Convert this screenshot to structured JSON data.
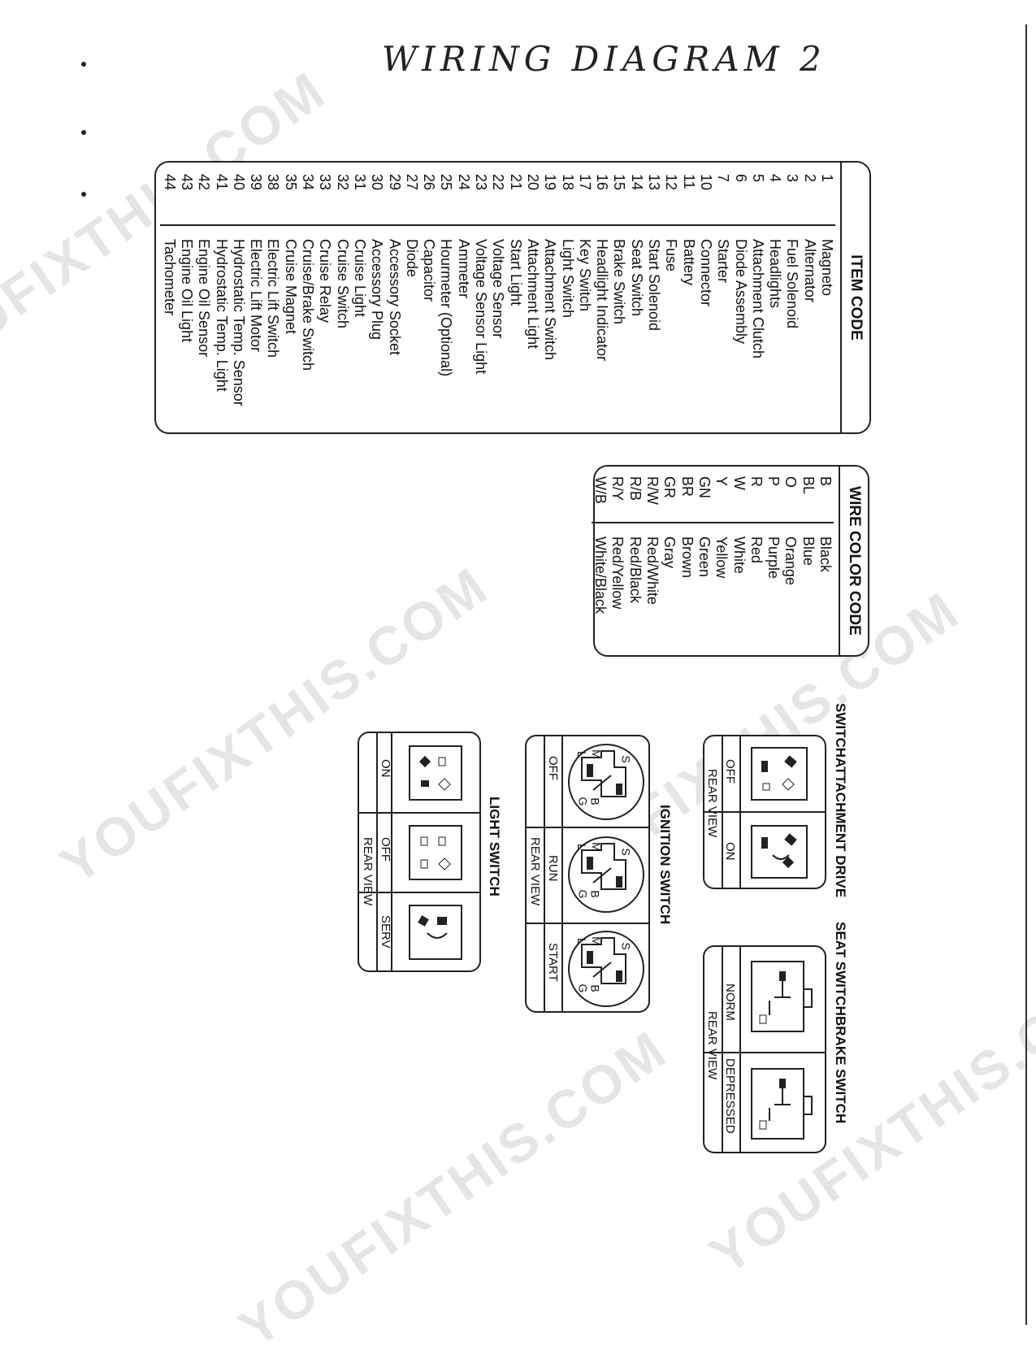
{
  "title": "WIRING DIAGRAM 2",
  "watermark": "YOUFIXTHIS.COM",
  "item_code": {
    "header": "ITEM CODE",
    "items": [
      {
        "n": "1",
        "label": "Magneto"
      },
      {
        "n": "2",
        "label": "Alternator"
      },
      {
        "n": "3",
        "label": "Fuel Solenoid"
      },
      {
        "n": "4",
        "label": "Headlights"
      },
      {
        "n": "5",
        "label": "Attachment Clutch"
      },
      {
        "n": "6",
        "label": "Diode Assembly"
      },
      {
        "n": "7",
        "label": "Starter"
      },
      {
        "n": "10",
        "label": "Connector"
      },
      {
        "n": "11",
        "label": "Battery"
      },
      {
        "n": "12",
        "label": "Fuse"
      },
      {
        "n": "13",
        "label": "Start Solenoid"
      },
      {
        "n": "14",
        "label": "Seat Switch"
      },
      {
        "n": "15",
        "label": "Brake Switch"
      },
      {
        "n": "16",
        "label": "Headlight Indicator"
      },
      {
        "n": "17",
        "label": "Key Switch"
      },
      {
        "n": "18",
        "label": "Light Switch"
      },
      {
        "n": "19",
        "label": "Attachment Switch"
      },
      {
        "n": "20",
        "label": "Attachment Light"
      },
      {
        "n": "21",
        "label": "Start Light"
      },
      {
        "n": "22",
        "label": "Voltage Sensor"
      },
      {
        "n": "23",
        "label": "Voltage Sensor Light"
      },
      {
        "n": "24",
        "label": "Ammeter"
      },
      {
        "n": "25",
        "label": "Hourmeter (Optional)"
      },
      {
        "n": "26",
        "label": "Capacitor"
      },
      {
        "n": "27",
        "label": "Diode"
      },
      {
        "n": "29",
        "label": "Accessory Socket"
      },
      {
        "n": "30",
        "label": "Accessory Plug"
      },
      {
        "n": "31",
        "label": "Cruise Light"
      },
      {
        "n": "32",
        "label": "Cruise Switch"
      },
      {
        "n": "33",
        "label": "Cruise Relay"
      },
      {
        "n": "34",
        "label": "Cruise/Brake Switch"
      },
      {
        "n": "35",
        "label": "Cruise Magnet"
      },
      {
        "n": "38",
        "label": "Electric Lift Switch"
      },
      {
        "n": "39",
        "label": "Electric Lift Motor"
      },
      {
        "n": "40",
        "label": "Hydrostatic Temp. Sensor"
      },
      {
        "n": "41",
        "label": "Hydrostatic Temp. Light"
      },
      {
        "n": "42",
        "label": "Engine Oil Sensor"
      },
      {
        "n": "43",
        "label": "Engine Oil Light"
      },
      {
        "n": "44",
        "label": "Tachometer"
      }
    ]
  },
  "wire_color_code": {
    "header": "WIRE COLOR CODE",
    "items": [
      {
        "code": "B",
        "color": "Black"
      },
      {
        "code": "BL",
        "color": "Blue"
      },
      {
        "code": "O",
        "color": "Orange"
      },
      {
        "code": "P",
        "color": "Purple"
      },
      {
        "code": "R",
        "color": "Red"
      },
      {
        "code": "W",
        "color": "White"
      },
      {
        "code": "Y",
        "color": "Yellow"
      },
      {
        "code": "GN",
        "color": "Green"
      },
      {
        "code": "BR",
        "color": "Brown"
      },
      {
        "code": "GR",
        "color": "Gray"
      },
      {
        "code": "R/W",
        "color": "Red/White"
      },
      {
        "code": "R/B",
        "color": "Red/Black"
      },
      {
        "code": "R/Y",
        "color": "Red/Yellow"
      },
      {
        "code": "W/B",
        "color": "White/Black"
      }
    ]
  },
  "switches": {
    "attachment": {
      "title_line1": "ATTACHMENT DRIVE",
      "title_line2": "SWITCH",
      "pos1": "OFF",
      "pos2": "ON",
      "view": "REAR VIEW"
    },
    "brake": {
      "title_line1": "BRAKE SWITCH",
      "title_line2": "SEAT SWITCH",
      "pos1": "NORM",
      "pos2": "DEPRESSED",
      "view": "REAR VIEW"
    },
    "ignition": {
      "title": "IGNITION SWITCH",
      "pos1": "OFF",
      "pos2": "RUN",
      "pos3": "START",
      "view": "REAR VIEW",
      "terminals": {
        "s": "S",
        "m": "M",
        "l": "L",
        "b": "B",
        "g": "G"
      }
    },
    "light": {
      "title": "LIGHT SWITCH",
      "pos1": "ON",
      "pos2": "OFF",
      "pos3": "SERV",
      "view": "REAR VIEW"
    }
  }
}
